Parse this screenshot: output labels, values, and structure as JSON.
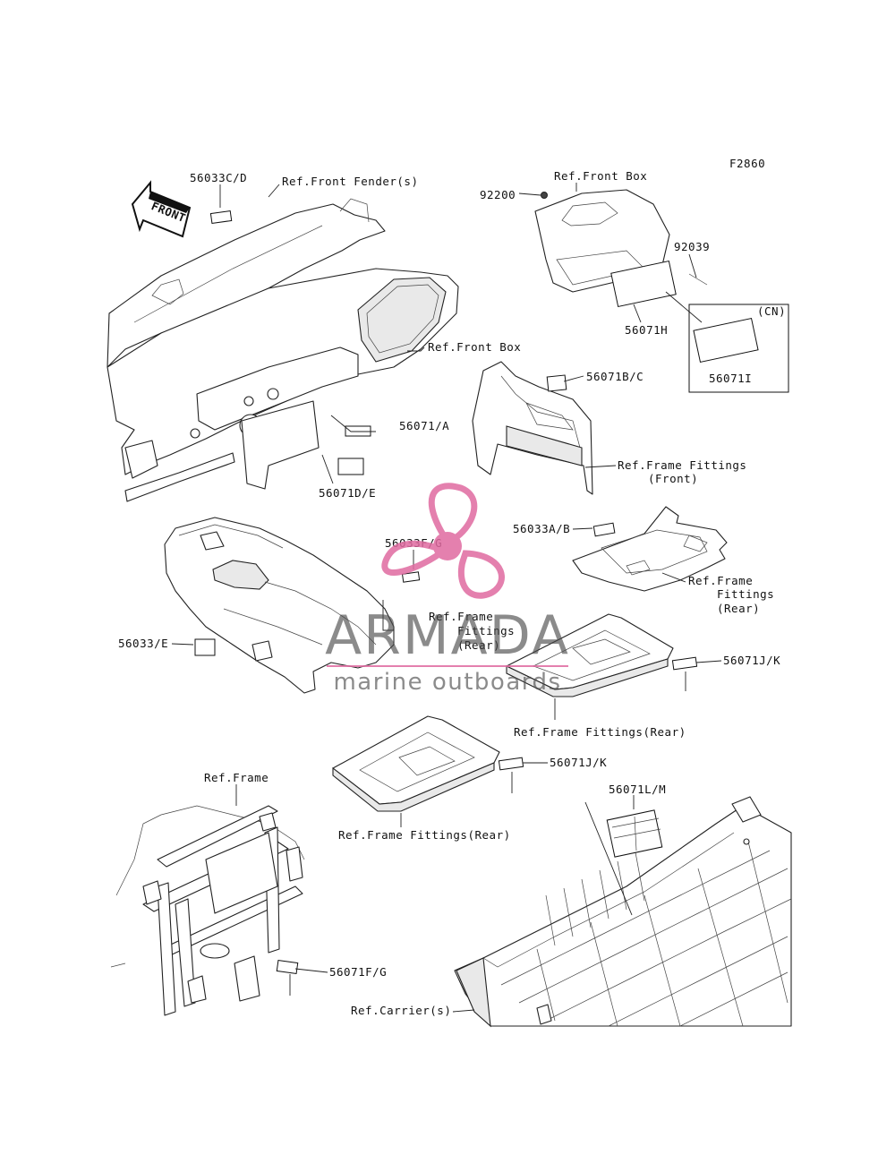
{
  "figure_code": "F2860",
  "labels": {
    "ref_front_fender": "Ref.Front Fender(s)",
    "p56033cd": "56033C/D",
    "ref_front_box_top": "Ref.Front Box",
    "p92200": "92200",
    "p92039": "92039",
    "cn": "(CN)",
    "p56071h": "56071H",
    "p56071i": "56071I",
    "ref_front_box_mid": "Ref.Front Box",
    "p56071a": "56071/A",
    "p56071de": "56071D/E",
    "p56071bc": "56071B/C",
    "ref_frame_fittings_front_1": "Ref.Frame Fittings",
    "ref_frame_fittings_front_2": "(Front)",
    "p56033ab": "56033A/B",
    "ref_frame_fittings_rear_a1": "Ref.Frame",
    "ref_frame_fittings_rear_a2": "Fittings",
    "ref_frame_fittings_rear_a3": "(Rear)",
    "p56033fg": "56033F/G",
    "ref_frame_fittings_rear_b1": "Ref.Frame",
    "ref_frame_fittings_rear_b2": "Fittings",
    "ref_frame_fittings_rear_b3": "(Rear)",
    "p56033e": "56033/E",
    "p56071jk_1": "56071J/K",
    "ref_frame_fittings_rear_c": "Ref.Frame Fittings(Rear)",
    "p56071jk_2": "56071J/K",
    "ref_frame_fittings_rear_d": "Ref.Frame Fittings(Rear)",
    "ref_frame": "Ref.Frame",
    "p56071lm": "56071L/M",
    "p56071fg": "56071F/G",
    "ref_carrier": "Ref.Carrier(s)"
  },
  "front_badge": "FRONT",
  "watermark": {
    "brand": "ARMADA",
    "tagline": "marine outboards",
    "color_logo": "#e06aa0",
    "color_text": "#4a4a4a"
  }
}
